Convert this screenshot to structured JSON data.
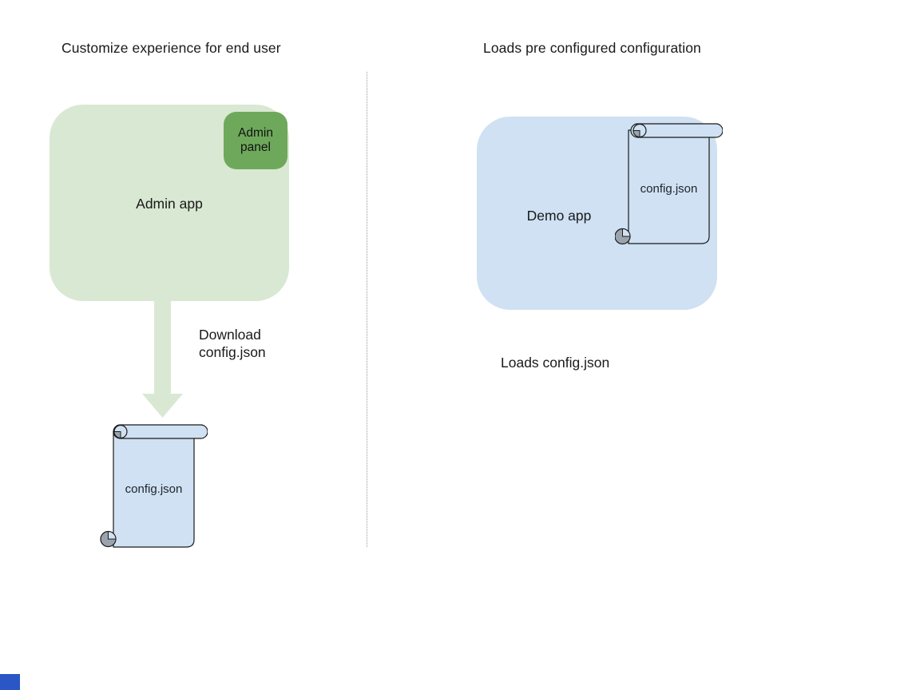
{
  "left_panel": {
    "title": "Customize experience for end user",
    "admin_app_label": "Admin app",
    "admin_panel_label": "Admin panel",
    "arrow_label": "Download config.json",
    "config_file_label": "config.json"
  },
  "right_panel": {
    "title": "Loads pre configured configuration",
    "demo_app_label": "Demo app",
    "config_file_label": "config.json",
    "caption": "Loads config.json"
  },
  "colors": {
    "light_green": "#d9e8d2",
    "dark_green": "#6ea95b",
    "light_blue": "#cfe1f3",
    "scroll_curl_gray": "#9ba4ae",
    "outline_black": "#1a1a1a",
    "divider_gray": "#999999",
    "corner_blue": "#2a56c6"
  }
}
